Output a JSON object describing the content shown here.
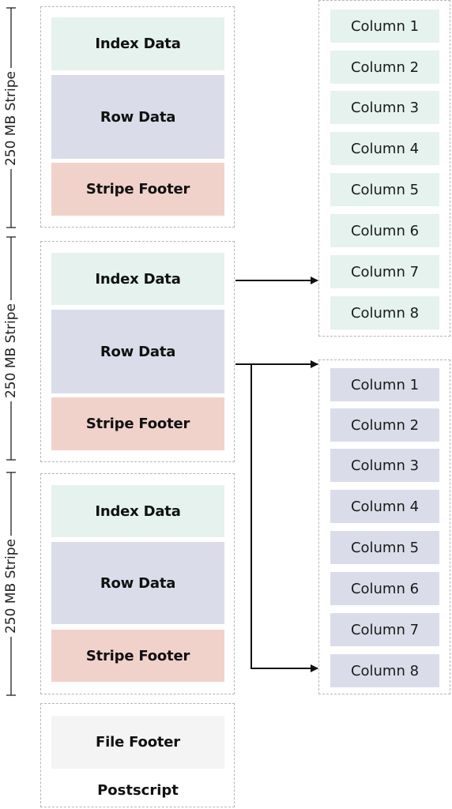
{
  "colors": {
    "index": "#e5f2ee",
    "row": "#dadde9",
    "footer": "#f1d2cb",
    "file_footer": "#f4f4f4",
    "dashed_border": "#b5b5b5",
    "line": "#111111"
  },
  "stripe_size_label": "250 MB Stripe",
  "stripes": [
    {
      "index": "Index Data",
      "row": "Row Data",
      "footer": "Stripe Footer",
      "size_label": "250 MB Stripe"
    },
    {
      "index": "Index Data",
      "row": "Row Data",
      "footer": "Stripe Footer",
      "size_label": "250 MB Stripe"
    },
    {
      "index": "Index Data",
      "row": "Row Data",
      "footer": "Stripe Footer",
      "size_label": "250 MB Stripe"
    }
  ],
  "file_footer": "File Footer",
  "postscript": "Postscript",
  "index_columns": [
    "Column 1",
    "Column 2",
    "Column 3",
    "Column 4",
    "Column 5",
    "Column 6",
    "Column 7",
    "Column 8"
  ],
  "row_columns": [
    "Column 1",
    "Column 2",
    "Column 3",
    "Column 4",
    "Column 5",
    "Column 6",
    "Column 7",
    "Column 8"
  ]
}
